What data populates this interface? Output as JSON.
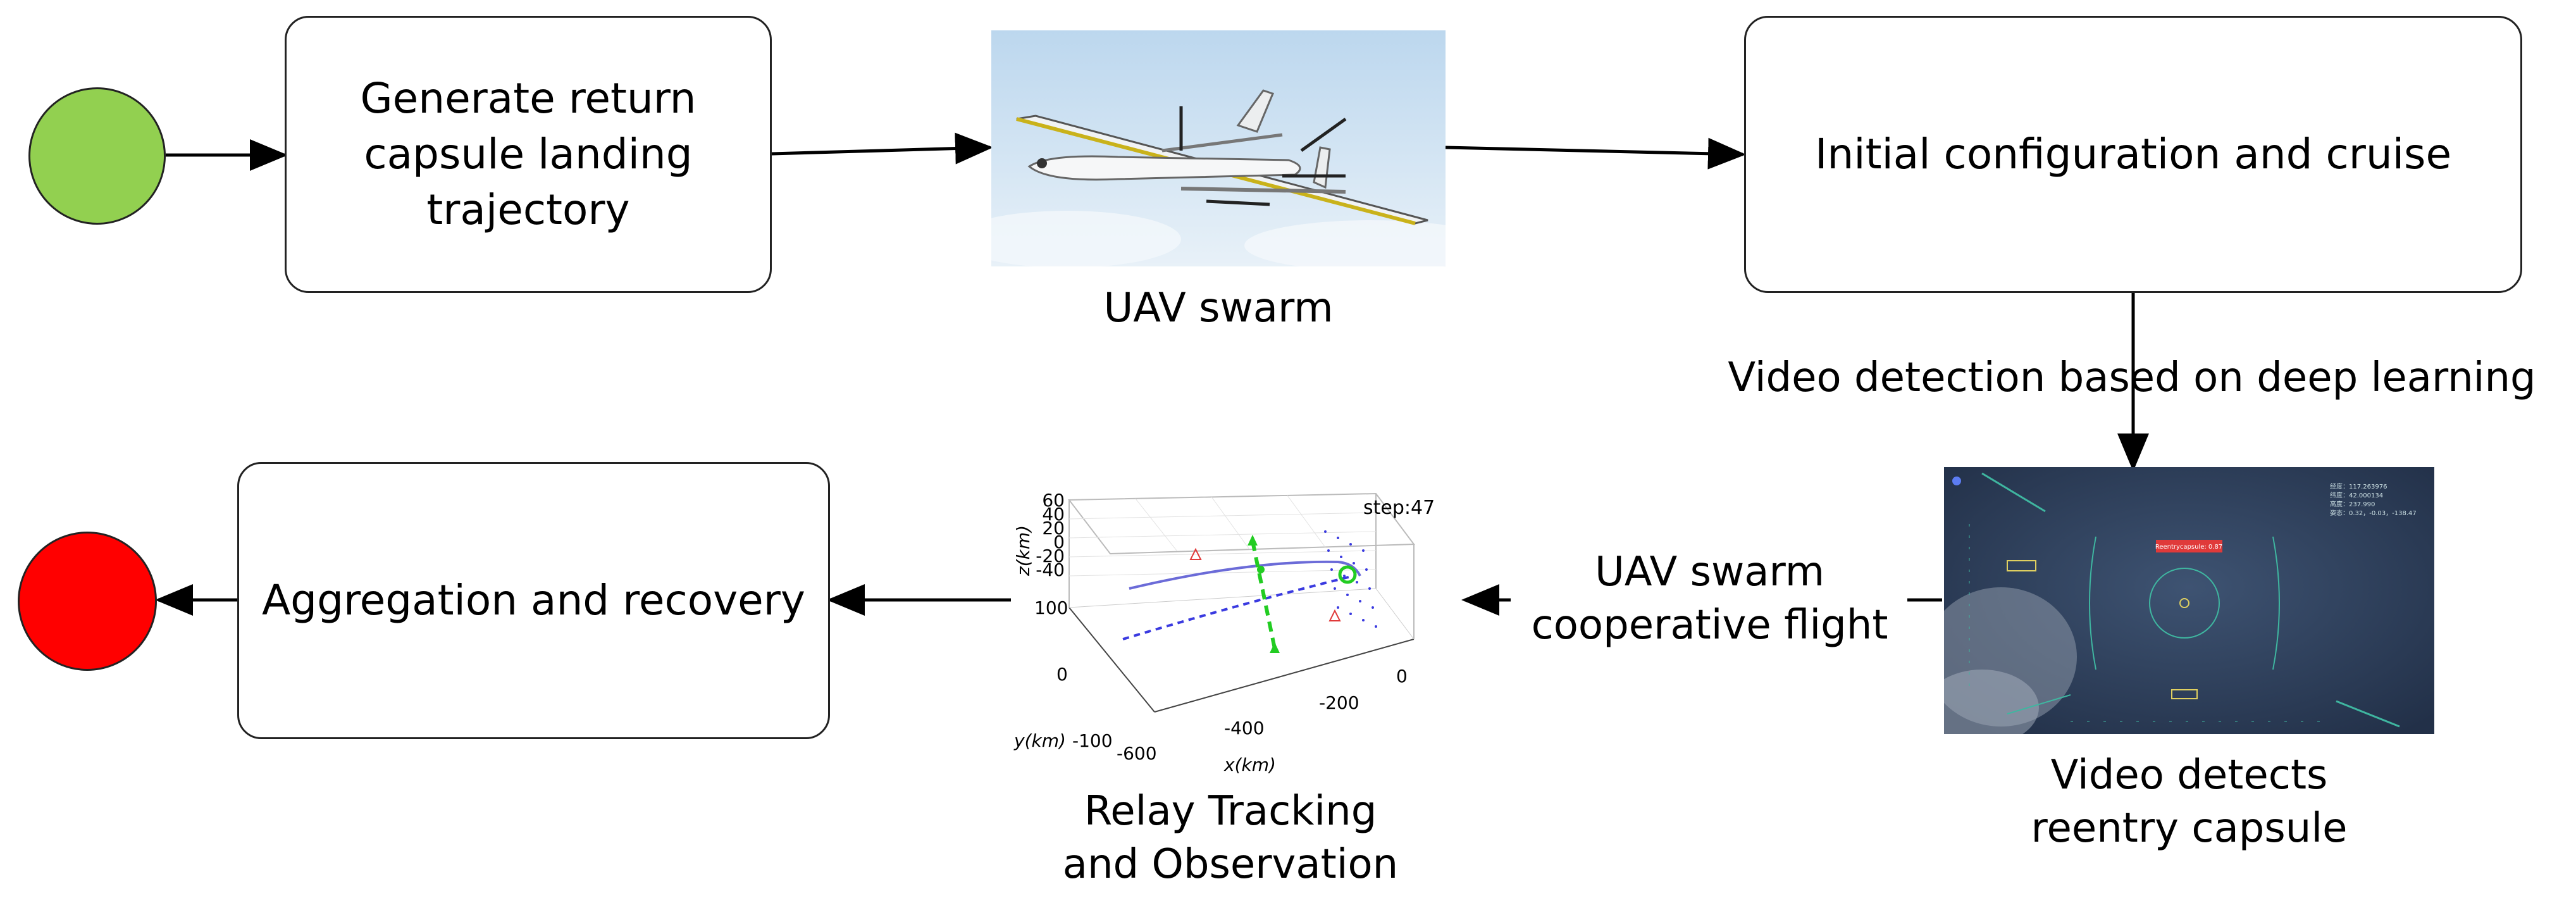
{
  "colors": {
    "start_node": "#92d050",
    "end_node": "#ff0000",
    "line": "#000000",
    "sky_top": "#bcd7ee",
    "hud_bg": "#2c3d57",
    "hud_line": "#3fb6a0",
    "track_solid": "#6b6bd8",
    "track_dashed": "#3a3ae0",
    "relay_path": "#22cc22"
  },
  "nodes": {
    "generate_trajectory": "Generate return\ncapsule landing\ntrajectory",
    "initial_config": "Initial configuration and cruise",
    "aggregation": "Aggregation and recovery"
  },
  "labels": {
    "uav_swarm": "UAV swarm",
    "video_detection": "Video detection based on deep learning",
    "coop_flight": "UAV swarm\ncooperative flight",
    "video_detects": "Video detects\nreentry capsule",
    "relay_tracking": "Relay Tracking\nand Observation"
  },
  "plot": {
    "step_label": "step:47",
    "z_axis_label": "z(km)",
    "y_axis_label": "y(km)",
    "x_axis_label": "x(km)",
    "z_ticks": [
      "60",
      "40",
      "20",
      "0",
      "-20",
      "-40"
    ],
    "y_ticks": [
      "100",
      "0",
      "-100"
    ],
    "x_ticks": [
      "-600",
      "-400",
      "-200",
      "0"
    ]
  },
  "hud": {
    "target_tag": "Reentrycapsule: 0.87",
    "readouts": [
      "经度：117.263976",
      "纬度：42.000134",
      "高度：237.990",
      "姿态：0.32，-0.03，-138.47"
    ]
  }
}
